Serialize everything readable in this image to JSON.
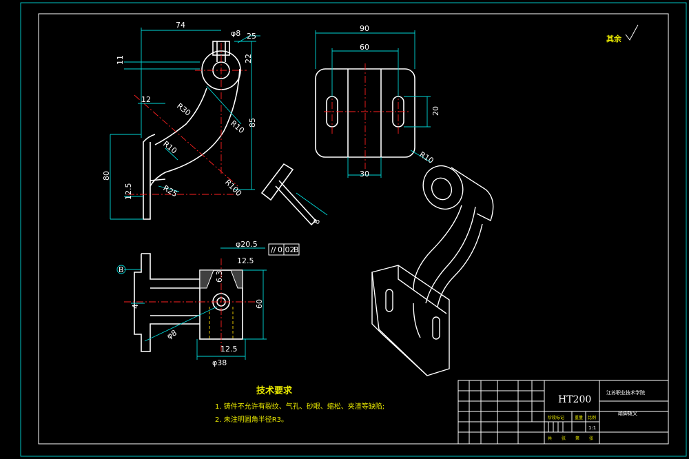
{
  "drawing": {
    "roughness_mark": "其余",
    "dimensions": {
      "d74": "74",
      "d8": "φ8",
      "d25": "25",
      "d11": "11",
      "d22": "22",
      "d12": "12",
      "r30": "R30",
      "r10a": "R10",
      "d85": "85",
      "r10b": "R10",
      "d80": "80",
      "d125": "12.5",
      "r25": "R25",
      "r100": "R100",
      "d90": "90",
      "d60top": "60",
      "d20": "20",
      "r10c": "R10",
      "d30": "30",
      "d8sec": "8",
      "d205": "φ20.5",
      "d125b": "12.5",
      "d60side": "60",
      "d125c": "12.5",
      "d38": "φ38",
      "d4": "4",
      "d8b": "φ8",
      "d63": "6.3",
      "datum": "B"
    },
    "tolerance": {
      "symbol": "//",
      "value": "0.02",
      "datum": "B"
    }
  },
  "tech_requirements": {
    "title": "技术要求",
    "items": [
      "1. 铸件不允许有裂纹、气孔、砂眼、缩松、夹渣等缺陷;",
      "2. 未注明圆角半径R3。"
    ]
  },
  "title_block": {
    "material": "HT200",
    "school": "江苏职业技术学院",
    "part_name": "踏脚拨叉",
    "scale_label": "比例",
    "scale": "1:1",
    "weight_label": "重量",
    "mark_label": "阶段标记",
    "sheet_label": "共",
    "sheet_of": "张",
    "sheet_no": "第",
    "sheet_end": "张"
  }
}
